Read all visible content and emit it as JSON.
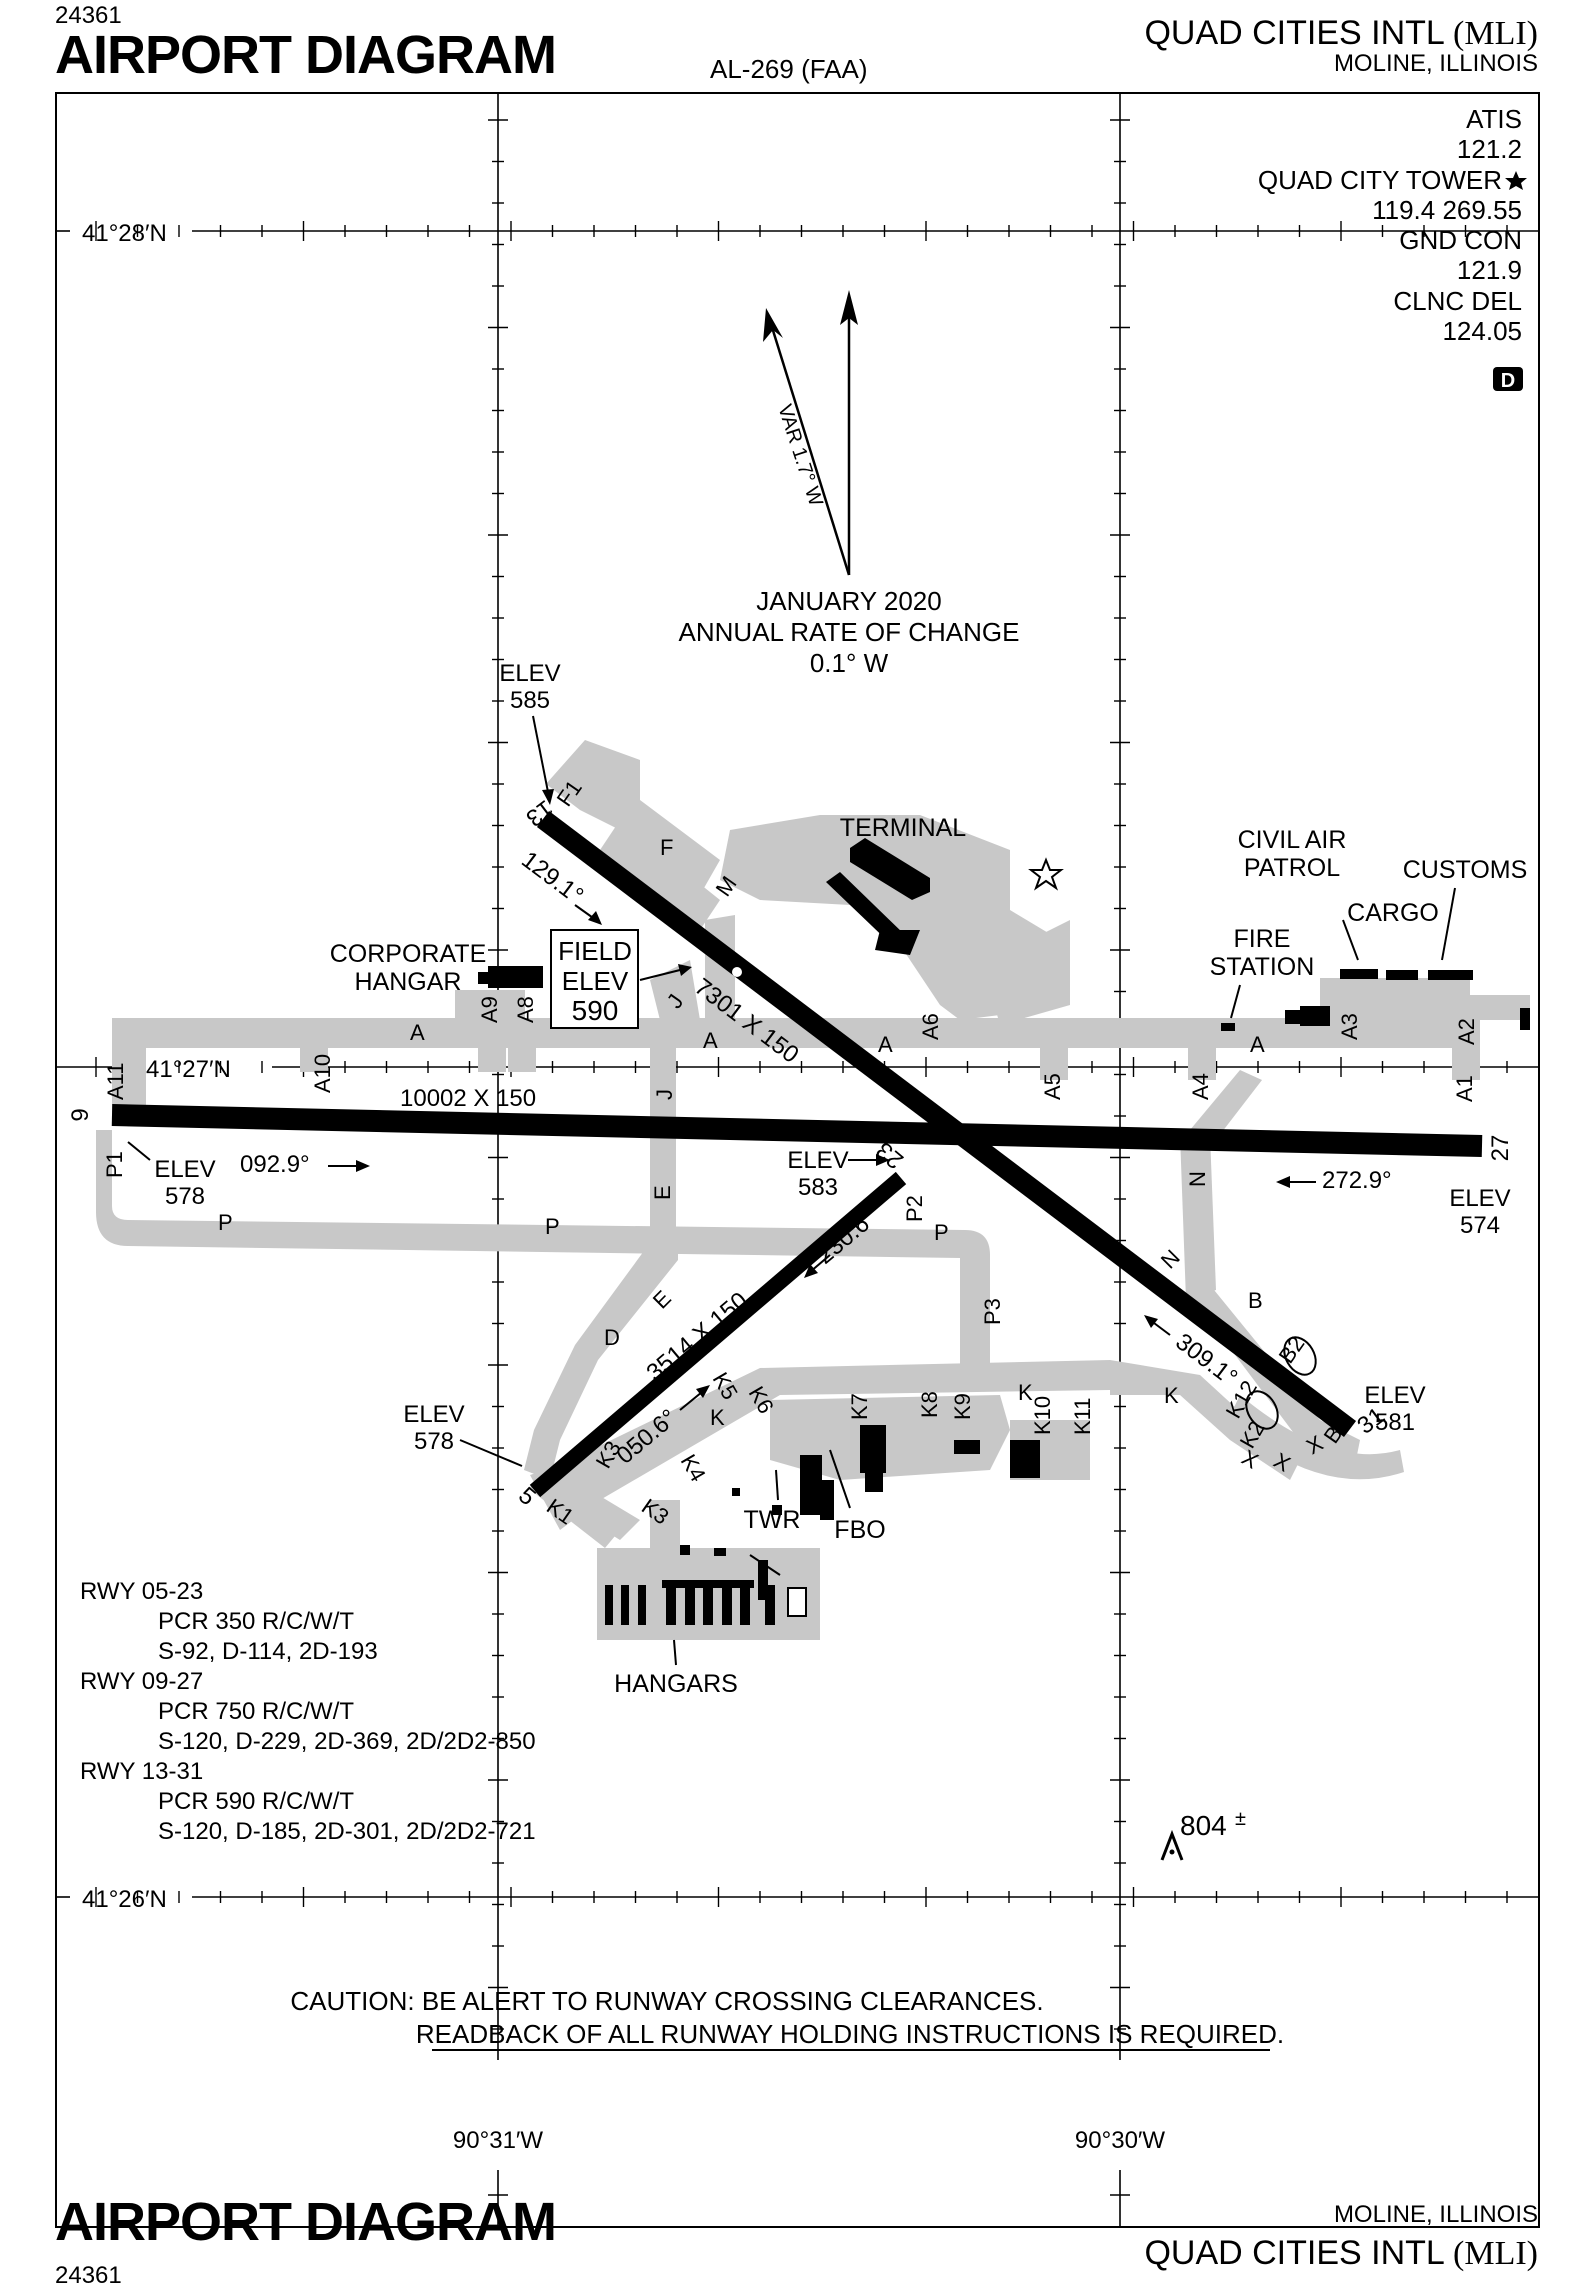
{
  "header": {
    "chart_number": "24361",
    "title": "AIRPORT DIAGRAM",
    "procedure_id": "AL-269 (FAA)",
    "airport_name": "QUAD CITIES INTL",
    "airport_ident": "(MLI)",
    "location": "MOLINE, ILLINOIS"
  },
  "footer": {
    "chart_number": "24361",
    "title": "AIRPORT DIAGRAM",
    "airport_name": "QUAD CITIES INTL",
    "airport_ident": "(MLI)",
    "location": "MOLINE, ILLINOIS"
  },
  "frequencies": [
    "ATIS",
    "121.2",
    "QUAD CITY TOWER",
    "119.4  269.55",
    "GND CON",
    "121.9",
    "CLNC DEL",
    "124.05"
  ],
  "tower_star_icon": "star-icon",
  "d_badge": "D",
  "latitudes": [
    "41°28′N",
    "41°27′N",
    "41°26′N"
  ],
  "longitudes": [
    "90°31′W",
    "90°30′W"
  ],
  "magnetic_variation": {
    "var_label": "VAR 1.7° W",
    "line1": "JANUARY 2020",
    "line2": "ANNUAL RATE OF CHANGE",
    "line3": "0.1° W"
  },
  "field_elevation": {
    "line1": "FIELD",
    "line2": "ELEV",
    "line3": "590"
  },
  "runways": {
    "r09_27": {
      "dims": "10002 X 150",
      "hdg_09": "092.9°",
      "hdg_27": "272.9°",
      "end_09": "9",
      "end_27": "27",
      "elev_09": "ELEV",
      "elev_09_val": "578",
      "elev_27": "ELEV",
      "elev_27_val": "574"
    },
    "r13_31": {
      "dims": "7301 X 150",
      "hdg_13": "129.1°",
      "hdg_31": "309.1°",
      "end_13": "13",
      "end_31": "31",
      "elev_13": "ELEV",
      "elev_13_val": "585",
      "elev_31": "ELEV",
      "elev_31_val": "581"
    },
    "r05_23": {
      "dims": "3514 X 150",
      "hdg_05": "050.6°",
      "hdg_23": "230.6°",
      "end_05": "5",
      "end_23": "23",
      "elev_05": "ELEV",
      "elev_05_val": "578",
      "elev_23": "ELEV",
      "elev_23_val": "583"
    }
  },
  "taxiways": [
    "A",
    "A1",
    "A2",
    "A3",
    "A4",
    "A5",
    "A6",
    "A8",
    "A9",
    "A10",
    "A11",
    "B",
    "B1",
    "B2",
    "D",
    "E",
    "F",
    "F1",
    "J",
    "K",
    "K1",
    "K2",
    "K3",
    "K4",
    "K5",
    "K6",
    "K7",
    "K8",
    "K9",
    "K10",
    "K11",
    "K12",
    "M",
    "N",
    "P",
    "P1",
    "P2",
    "P3",
    "X"
  ],
  "facilities": {
    "terminal": "TERMINAL",
    "civil_air_patrol_1": "CIVIL AIR",
    "civil_air_patrol_2": "PATROL",
    "cargo": "CARGO",
    "customs": "CUSTOMS",
    "fire_station_1": "FIRE",
    "fire_station_2": "STATION",
    "corporate_hangar_1": "CORPORATE",
    "corporate_hangar_2": "HANGAR",
    "twr": "TWR",
    "fbo": "FBO",
    "hangars": "HANGARS"
  },
  "obstacle": {
    "height": "804",
    "suffix": "±"
  },
  "runway_info": [
    "RWY  05-23",
    "PCR 350 R/C/W/T",
    "S-92, D-114, 2D-193",
    "RWY  09-27",
    "PCR 750 R/C/W/T",
    "S-120, D-229, 2D-369, 2D/2D2-850",
    "RWY  13-31",
    "PCR 590 R/C/W/T",
    "S-120, D-185, 2D-301, 2D/2D2-721"
  ],
  "caution": {
    "line1": "CAUTION: BE ALERT TO RUNWAY CROSSING CLEARANCES.",
    "line2": "READBACK OF ALL RUNWAY HOLDING INSTRUCTIONS IS REQUIRED."
  }
}
